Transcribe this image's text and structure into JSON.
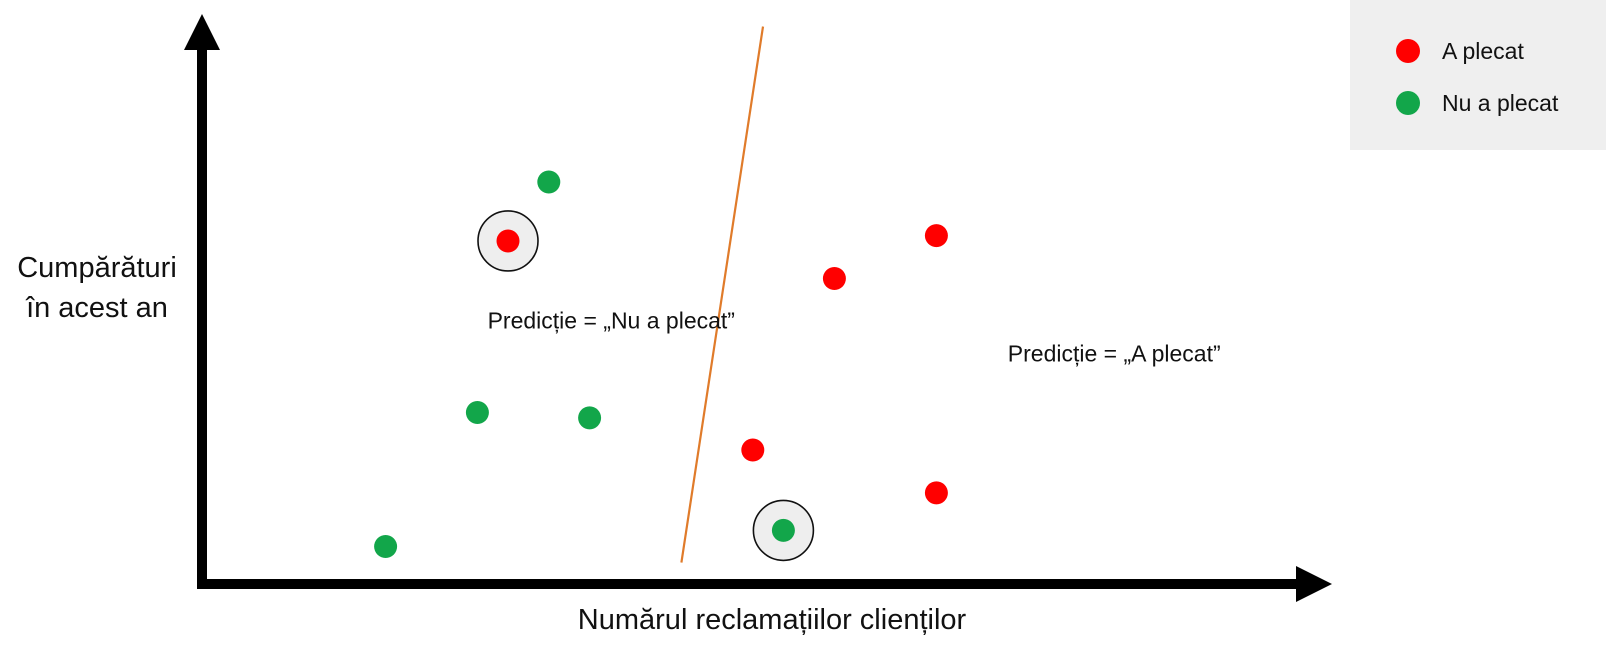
{
  "chart_data": {
    "type": "scatter",
    "title": "",
    "xlabel": "Numărul reclamațiilor clienților",
    "ylabel": "Cumpărături în acest an",
    "xlim": [
      0,
      100
    ],
    "ylim": [
      0,
      100
    ],
    "grid": false,
    "legend_position": "top-right",
    "series": [
      {
        "name": "A plecat",
        "color": "#ff0000",
        "points": [
          {
            "x": 30,
            "y": 64,
            "highlighted": true
          },
          {
            "x": 62,
            "y": 57,
            "highlighted": false
          },
          {
            "x": 72,
            "y": 65,
            "highlighted": false
          },
          {
            "x": 54,
            "y": 25,
            "highlighted": false
          },
          {
            "x": 72,
            "y": 17,
            "highlighted": false
          }
        ]
      },
      {
        "name": "Nu a plecat",
        "color": "#12a64a",
        "points": [
          {
            "x": 34,
            "y": 75,
            "highlighted": false
          },
          {
            "x": 27,
            "y": 32,
            "highlighted": false
          },
          {
            "x": 38,
            "y": 31,
            "highlighted": false
          },
          {
            "x": 18,
            "y": 7,
            "highlighted": false
          },
          {
            "x": 57,
            "y": 10,
            "highlighted": true
          }
        ]
      }
    ],
    "decision_boundary": {
      "color": "#e07b2a",
      "from": {
        "x": 47,
        "y": 4
      },
      "to": {
        "x": 55,
        "y": 104
      }
    },
    "annotations": [
      {
        "text": "Predicție = „Nu a plecat”",
        "x": 28,
        "y": 49
      },
      {
        "text": "Predicție = „A plecat”",
        "x": 79,
        "y": 43
      }
    ]
  }
}
